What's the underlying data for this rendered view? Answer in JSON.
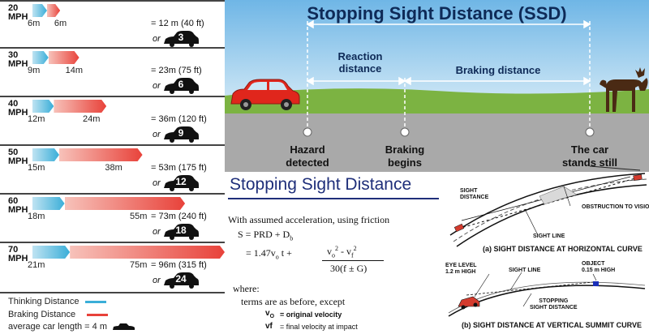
{
  "rows": [
    {
      "speed": "20",
      "unit": "MPH",
      "thinking": "6m",
      "braking": "6m",
      "total": "= 12 m (40 ft)",
      "or": "or",
      "cars": "3"
    },
    {
      "speed": "30",
      "unit": "MPH",
      "thinking": "9m",
      "braking": "14m",
      "total": "= 23m (75 ft)",
      "or": "or",
      "cars": "6"
    },
    {
      "speed": "40",
      "unit": "MPH",
      "thinking": "12m",
      "braking": "24m",
      "total": "= 36m (120 ft)",
      "or": "or",
      "cars": "9"
    },
    {
      "speed": "50",
      "unit": "MPH",
      "thinking": "15m",
      "braking": "38m",
      "total": "= 53m (175 ft)",
      "or": "or",
      "cars": "12"
    },
    {
      "speed": "60",
      "unit": "MPH",
      "thinking": "18m",
      "braking": "55m",
      "total": "= 73m (240 ft)",
      "or": "or",
      "cars": "18"
    },
    {
      "speed": "70",
      "unit": "MPH",
      "thinking": "21m",
      "braking": "75m",
      "total": "= 96m (315 ft)",
      "or": "or",
      "cars": "24"
    }
  ],
  "legend": {
    "thinking": "Thinking Distance",
    "braking": "Braking Distance",
    "car_length": "average car length = 4 m",
    "thinking_color": "#3aaed8",
    "braking_color": "#e8423a"
  },
  "ssd": {
    "title": "Stopping Sight Distance (SSD)",
    "reaction": "Reaction\ndistance",
    "braking": "Braking distance",
    "hazard": "Hazard\ndetected",
    "begins": "Braking\nbegins",
    "stands": "The car\nstands still"
  },
  "formula": {
    "title": "Stopping Sight Distance",
    "intro": "With assumed acceleration, using friction",
    "eq1": "S = PRD + D",
    "eq1_sub": "b",
    "eq2_lead": "= 1.47v",
    "eq2_sub": "o",
    "eq2_mid": "t +",
    "numerator_a": "v",
    "numerator_a_sub": "o",
    "numerator_a_sup": "2",
    "numerator_op": "- v",
    "numerator_b_sub": "f",
    "numerator_b_sup": "2",
    "denominator": "30(f ± G)",
    "where": "where:",
    "terms": "terms are as before, except",
    "vo_sym": "v",
    "vo_sub": "O",
    "vo_def": "= original velocity",
    "vf_sym": "vf",
    "vf_def": "= final velocity at impact"
  },
  "figure": {
    "sight_distance": "SIGHT\nDISTANCE",
    "obstruction": "OBSTRUCTION TO VISION",
    "sight_line_a": "SIGHT LINE",
    "caption_a": "(a) SIGHT DISTANCE AT HORIZONTAL CURVE",
    "eye_level": "EYE LEVEL\n1.2 m HIGH",
    "sight_line_b": "SIGHT LINE",
    "object": "OBJECT\n0.15 m HIGH",
    "stopping": "STOPPING\nSIGHT DISTANCE",
    "caption_b": "(b) SIGHT DISTANCE AT VERTICAL SUMMIT CURVE"
  }
}
